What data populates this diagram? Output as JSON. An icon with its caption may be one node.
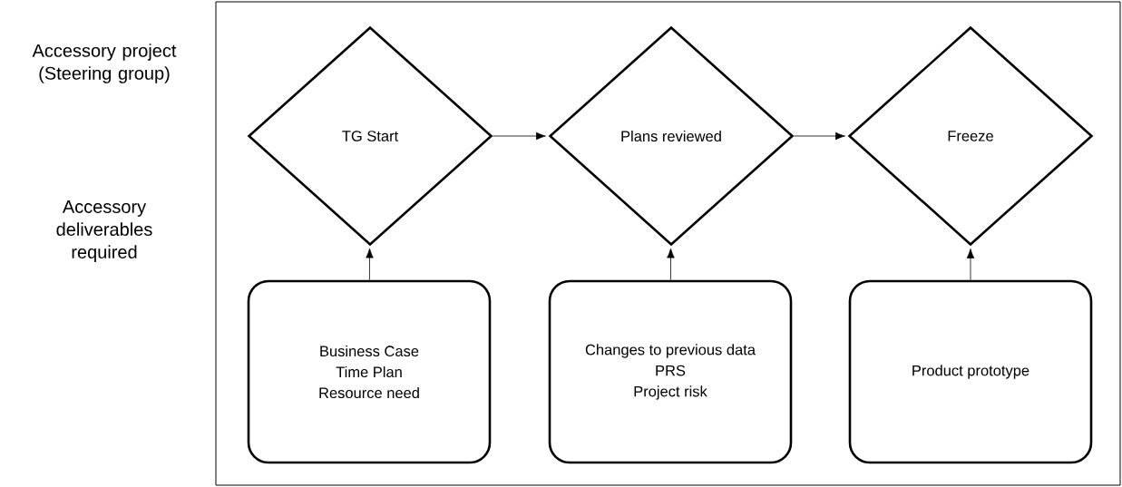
{
  "diagram": {
    "nodes": [
      {
        "text": [
          "TG Start"
        ]
      },
      {
        "text": [
          "Plans reviewed"
        ]
      },
      {
        "text": [
          "Freeze"
        ]
      },
      {
        "text": [
          "Business Case",
          "Time Plan",
          "Resource need"
        ]
      },
      {
        "text": [
          "Changes to previous data",
          "PRS",
          "Project risk"
        ]
      },
      {
        "text": [
          "Product prototype"
        ]
      }
    ],
    "edges": [
      {
        "from": 0,
        "to": 1,
        "arrow": "to"
      },
      {
        "from": 1,
        "to": 2,
        "arrow": "to"
      },
      {
        "from": 3,
        "to": 0,
        "arrow": "to"
      },
      {
        "from": 4,
        "to": 1,
        "arrow": "to"
      },
      {
        "from": 5,
        "to": 2,
        "arrow": "to"
      }
    ],
    "labels": [
      "Accessory project (Steering group)",
      "Accessory deliverables required"
    ]
  }
}
